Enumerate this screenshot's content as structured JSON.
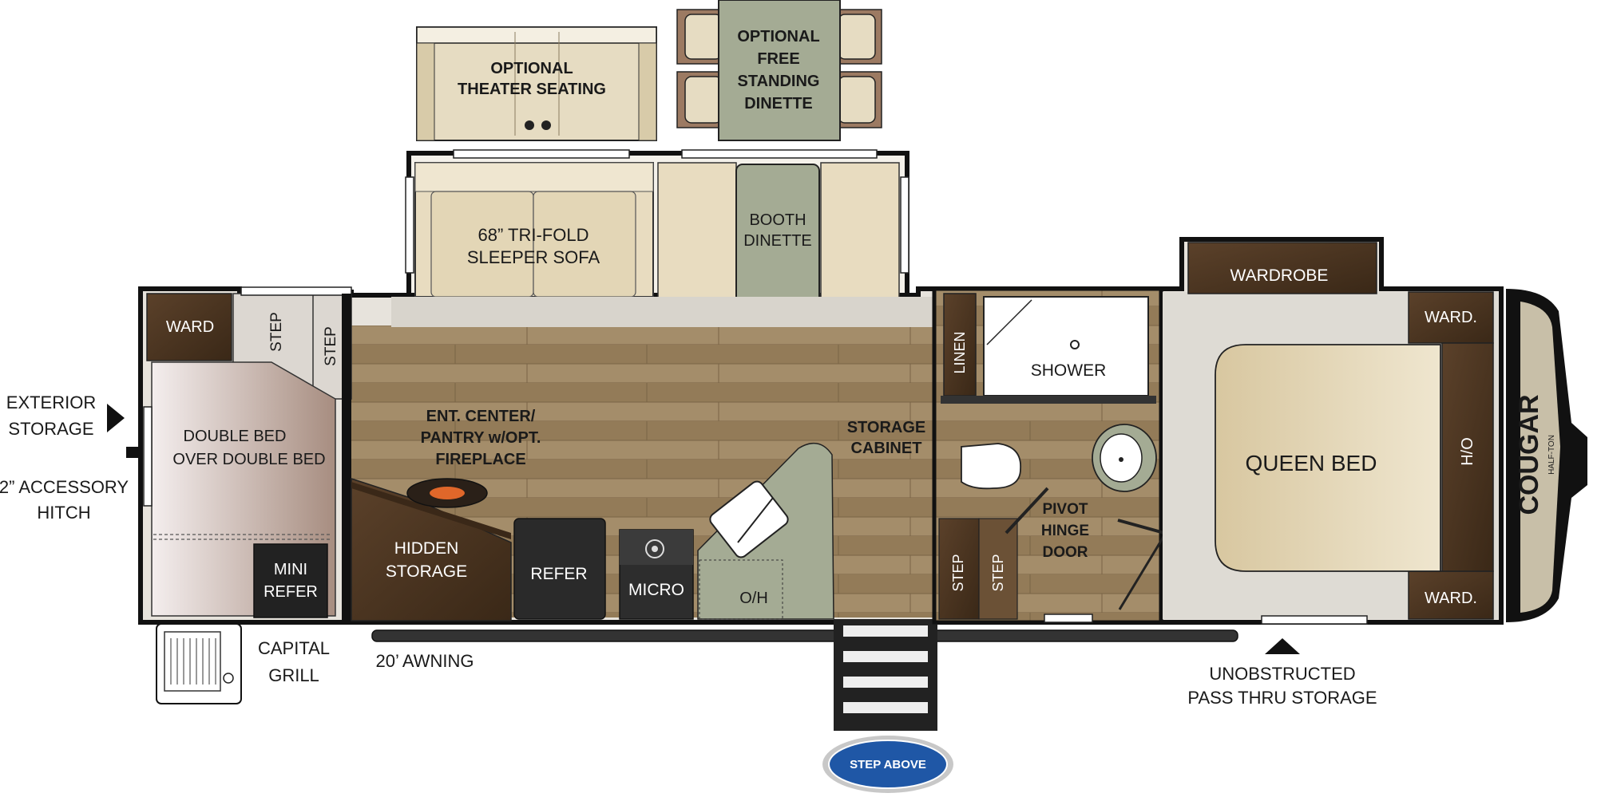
{
  "labels": {
    "theater": [
      "OPTIONAL",
      "THEATER SEATING"
    ],
    "dinette_free": [
      "OPTIONAL",
      "FREE",
      "STANDING",
      "DINETTE"
    ],
    "sofa": [
      "68” TRI-FOLD",
      "SLEEPER SOFA"
    ],
    "booth": [
      "BOOTH",
      "DINETTE"
    ],
    "wardrobe": "WARDROBE",
    "ward": "WARD",
    "ward_top": "WARD.",
    "ward_bottom": "WARD.",
    "step": "STEP",
    "exterior": [
      "EXTERIOR",
      "STORAGE"
    ],
    "hitch": [
      "2” ACCESSORY",
      "HITCH"
    ],
    "double_bed": [
      "DOUBLE BED",
      "OVER DOUBLE BED"
    ],
    "mini_refer": [
      "MINI",
      "REFER"
    ],
    "capital_grill": [
      "CAPITAL",
      "GRILL"
    ],
    "awning": "20’ AWNING",
    "ent_center": [
      "ENT. CENTER/",
      "PANTRY w/OPT.",
      "FIREPLACE"
    ],
    "hidden_storage": [
      "HIDDEN",
      "STORAGE"
    ],
    "refer": "REFER",
    "micro": "MICRO",
    "oh": "O/H",
    "storage_cabinet": [
      "STORAGE",
      "CABINET"
    ],
    "linen": "LINEN",
    "shower": "SHOWER",
    "pivot": [
      "PIVOT",
      "HINGE",
      "DOOR"
    ],
    "queen_bed": "QUEEN BED",
    "ho": "H/O",
    "pass_thru": [
      "UNOBSTRUCTED",
      "PASS THRU STORAGE"
    ],
    "brand": "COUGAR",
    "brand_sub": "HALF-TON",
    "step_above": "STEP ABOVE"
  },
  "colors": {
    "floor_wood": "#a08a67",
    "dark_wood": "#4a3421",
    "sofa": "#e8dcc0",
    "dinette_green": "#a4ab94",
    "queen": "#dfd0ad",
    "bedroom_floor": "#dedbd4",
    "appliance": "#2a2a2a",
    "logo_blue": "#1f57a6"
  }
}
